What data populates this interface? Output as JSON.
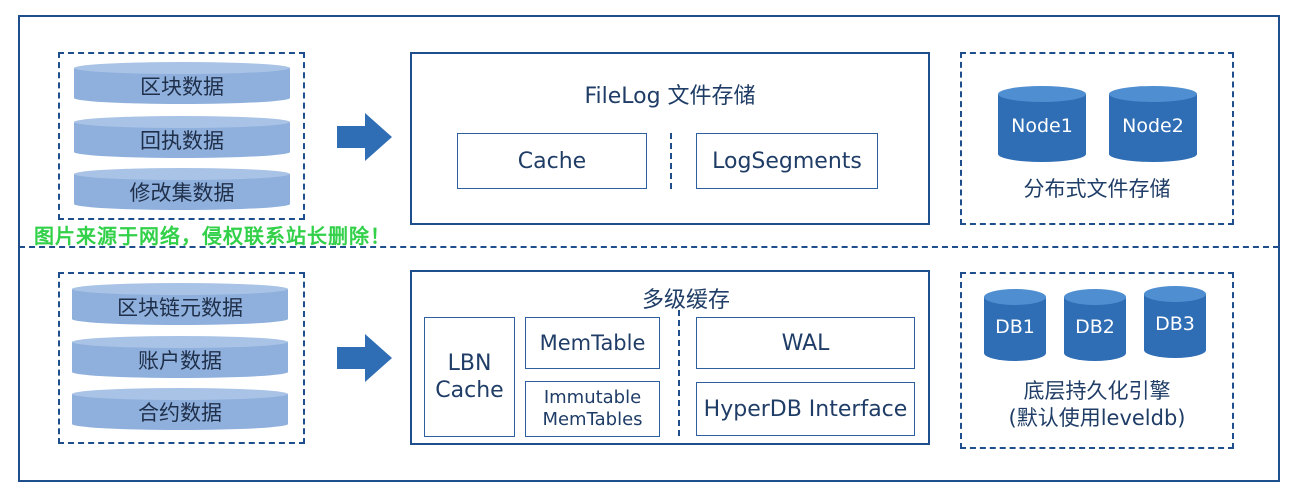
{
  "top_section": {
    "left_disks": [
      "区块数据",
      "回执数据",
      "修改集数据"
    ],
    "storage_title": "FileLog 文件存储",
    "boxes": [
      "Cache",
      "LogSegments"
    ],
    "nodes": [
      "Node1",
      "Node2"
    ],
    "right_caption": "分布式文件存储"
  },
  "bottom_section": {
    "left_disks": [
      "区块链元数据",
      "账户数据",
      "合约数据"
    ],
    "cache_title": "多级缓存",
    "lbn_cache": [
      "LBN",
      "Cache"
    ],
    "memtable": "MemTable",
    "immutable": [
      "Immutable",
      "MemTables"
    ],
    "wal": "WAL",
    "hyperdb": "HyperDB Interface",
    "dbs": [
      "DB1",
      "DB2",
      "DB3"
    ],
    "right_caption": [
      "底层持久化引擎",
      "(默认使用leveldb)"
    ]
  },
  "watermark": "图片来源于网络，侵权联系站长删除！",
  "colors": {
    "border": "#1f4e8c",
    "disk_light": "#8fb0dc",
    "cylinder_dark": "#2f6db5",
    "watermark_green": "#33d14a"
  }
}
